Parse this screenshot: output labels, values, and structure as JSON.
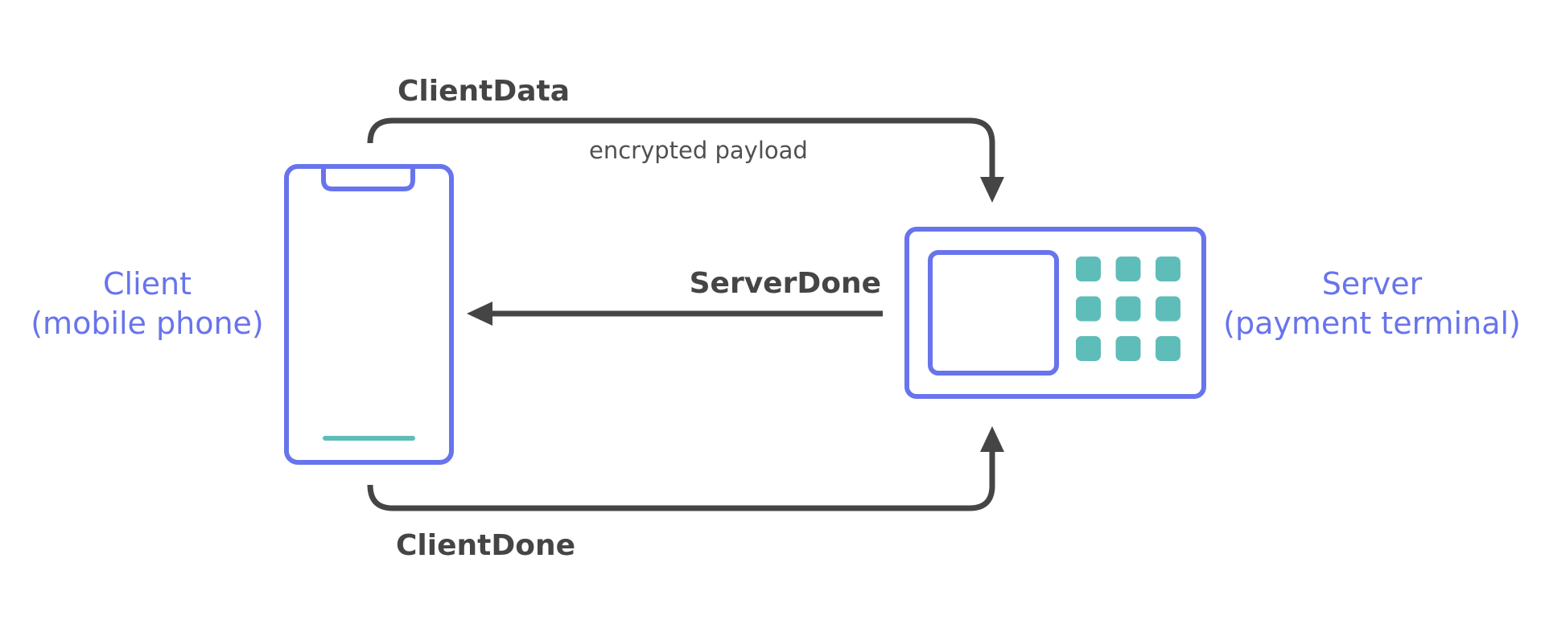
{
  "nodes": {
    "client": {
      "line1": "Client",
      "line2": "(mobile phone)"
    },
    "server": {
      "line1": "Server",
      "line2": "(payment terminal)"
    }
  },
  "messages": {
    "client_data": {
      "label": "ClientData",
      "sublabel": "encrypted payload"
    },
    "server_done": {
      "label": "ServerDone"
    },
    "client_done": {
      "label": "ClientDone"
    }
  },
  "icons": {
    "client": "mobile-phone-icon",
    "server": "payment-terminal-icon"
  },
  "terminal_keypad": {
    "rows": 3,
    "cols": 3
  },
  "colors": {
    "node_accent": "#6874ec",
    "arrow": "#454545",
    "keypad": "#5fbdb9"
  }
}
